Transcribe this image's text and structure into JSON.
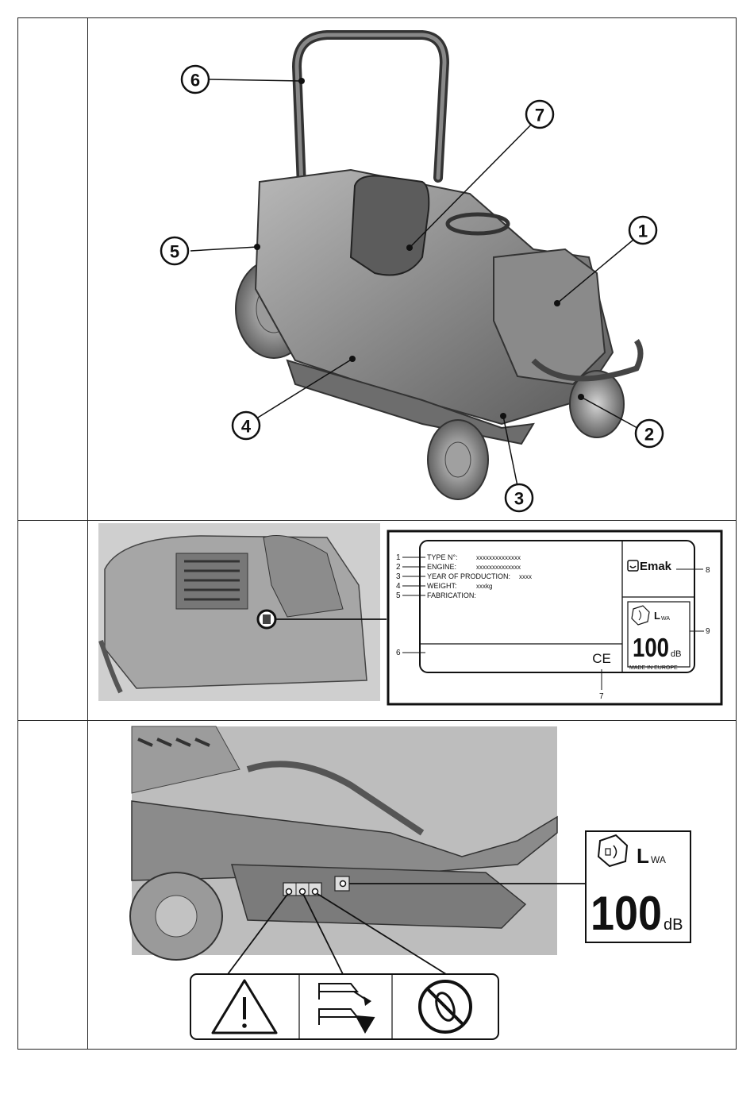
{
  "panel1": {
    "callouts": [
      "1",
      "2",
      "3",
      "4",
      "5",
      "6",
      "7"
    ]
  },
  "panel2": {
    "plate": {
      "rows": [
        {
          "num": "1",
          "label": "TYPE N°:",
          "value": "xxxxxxxxxxxxxx"
        },
        {
          "num": "2",
          "label": "ENGINE:",
          "value": "xxxxxxxxxxxxxx"
        },
        {
          "num": "3",
          "label": "YEAR OF PRODUCTION:",
          "value": "xxxx"
        },
        {
          "num": "4",
          "label": "WEIGHT:",
          "value": "xxxkg"
        },
        {
          "num": "5",
          "label": "FABRICATION:",
          "value": ""
        }
      ],
      "num_6": "6",
      "num_7": "7",
      "num_8": "8",
      "num_9": "9",
      "brand": "Emak",
      "ce_mark": "CE",
      "lwa_label": "L",
      "lwa_sub": "WA",
      "noise_value": "100",
      "noise_unit": "dB",
      "made_in": "MADE IN EUROPE"
    }
  },
  "panel3": {
    "lwa_label": "L",
    "lwa_sub": "WA",
    "noise_value": "100",
    "noise_unit": "dB",
    "icons": [
      "warning-icon",
      "eject-discharge-icon",
      "no-hands-icon"
    ]
  }
}
